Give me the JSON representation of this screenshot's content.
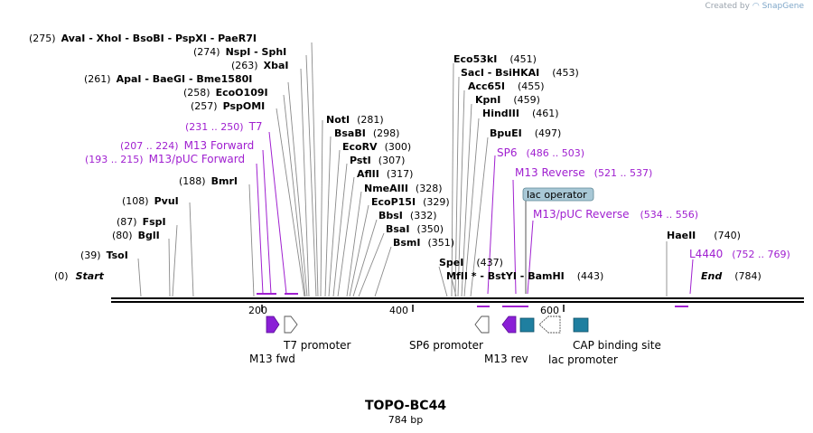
{
  "credit": {
    "prefix": "Created by",
    "brand": "SnapGene"
  },
  "colors": {
    "enzyme": "#000000",
    "primer": "#a020d0",
    "leader": "#888888",
    "feature_purple": "#8a1fd6",
    "feature_teal": "#1f7fa0",
    "lac_box": "#a8c8d6"
  },
  "ruler": {
    "ticks": [
      {
        "bp": 200,
        "label": "200"
      },
      {
        "bp": 400,
        "label": "400"
      },
      {
        "bp": 600,
        "label": "600"
      }
    ]
  },
  "enzymes": [
    {
      "pos": "(275)",
      "name": "AvaI - XhoI - BsoBI - PspXI - PaeR7I",
      "bp": 275
    },
    {
      "pos": "(274)",
      "name": "NspI - SphI",
      "bp": 274
    },
    {
      "pos": "(263)",
      "name": "XbaI",
      "bp": 263
    },
    {
      "pos": "(261)",
      "name": "ApaI - BaeGI - Bme1580I",
      "bp": 261
    },
    {
      "pos": "(258)",
      "name": "EcoO109I",
      "bp": 258
    },
    {
      "pos": "(257)",
      "name": "PspOMI",
      "bp": 257
    },
    {
      "pos": "(188)",
      "name": "BmrI",
      "bp": 188
    },
    {
      "pos": "(108)",
      "name": "PvuI",
      "bp": 108
    },
    {
      "pos": "(87)",
      "name": "FspI",
      "bp": 87
    },
    {
      "pos": "(80)",
      "name": "BglI",
      "bp": 80
    },
    {
      "pos": "(39)",
      "name": "TsoI",
      "bp": 39
    },
    {
      "pos": "(0)",
      "name": "Start",
      "bp": 0,
      "italic": true
    },
    {
      "pos": "(281)",
      "name": "NotI",
      "bp": 281
    },
    {
      "pos": "(298)",
      "name": "BsaBI",
      "bp": 298
    },
    {
      "pos": "(300)",
      "name": "EcoRV",
      "bp": 300
    },
    {
      "pos": "(307)",
      "name": "PstI",
      "bp": 307
    },
    {
      "pos": "(317)",
      "name": "AflII",
      "bp": 317
    },
    {
      "pos": "(328)",
      "name": "NmeAIII",
      "bp": 328
    },
    {
      "pos": "(329)",
      "name": "EcoP15I",
      "bp": 329
    },
    {
      "pos": "(332)",
      "name": "BbsI",
      "bp": 332
    },
    {
      "pos": "(350)",
      "name": "BsaI",
      "bp": 350
    },
    {
      "pos": "(351)",
      "name": "BsmI",
      "bp": 351
    },
    {
      "pos": "(451)",
      "name": "Eco53kI",
      "bp": 451
    },
    {
      "pos": "(453)",
      "name": "SacI - BsiHKAI",
      "bp": 453
    },
    {
      "pos": "(455)",
      "name": "Acc65I",
      "bp": 455
    },
    {
      "pos": "(459)",
      "name": "KpnI",
      "bp": 459
    },
    {
      "pos": "(461)",
      "name": "HindIII",
      "bp": 461
    },
    {
      "pos": "(497)",
      "name": "BpuEI",
      "bp": 497
    },
    {
      "pos": "(437)",
      "name": "SpeI",
      "bp": 437
    },
    {
      "pos": "(443)",
      "name": "MfII * - BstYI - BamHI",
      "bp": 443
    },
    {
      "pos": "(740)",
      "name": "HaeII",
      "bp": 740
    },
    {
      "pos": "(784)",
      "name": "End",
      "bp": 784,
      "italic": true
    }
  ],
  "primers": [
    {
      "range": "(231 .. 250)",
      "name": "T7"
    },
    {
      "range": "(207 .. 224)",
      "name": "M13 Forward"
    },
    {
      "range": "(193 .. 215)",
      "name": "M13/pUC Forward"
    },
    {
      "range": "(486 .. 503)",
      "name": "SP6"
    },
    {
      "range": "(521 .. 537)",
      "name": "M13 Reverse"
    },
    {
      "range": "(534 .. 556)",
      "name": "M13/pUC Reverse"
    },
    {
      "range": "(752 .. 769)",
      "name": "L4440"
    }
  ],
  "lac_operator": "lac operator",
  "features": [
    {
      "name": "M13 fwd"
    },
    {
      "name": "T7 promoter"
    },
    {
      "name": "SP6 promoter"
    },
    {
      "name": "M13 rev"
    },
    {
      "name": "lac promoter"
    },
    {
      "name": "CAP binding site"
    }
  ],
  "title": "TOPO-BC44",
  "length": "784 bp"
}
